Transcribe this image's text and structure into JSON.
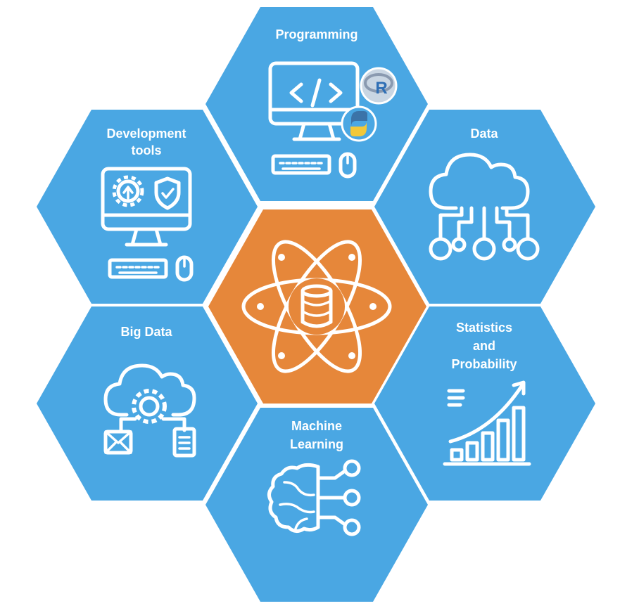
{
  "colors": {
    "outer_hexagon": "#4aa7e3",
    "center_hexagon": "#e6873a",
    "separator": "#ffffff",
    "icon": "#ffffff",
    "r_badge": "#2f6fb5",
    "python_blue": "#3b73a8",
    "python_yellow": "#f2c838"
  },
  "hexagons": {
    "programming": {
      "label_lines": [
        "Programming"
      ],
      "icon": "computer-code-icon",
      "badges": [
        "R",
        "python-logo-icon"
      ]
    },
    "development_tools": {
      "label_lines": [
        "Development",
        "tools"
      ],
      "icon": "computer-settings-shield-icon"
    },
    "data": {
      "label_lines": [
        "Data"
      ],
      "icon": "cloud-network-icon"
    },
    "big_data": {
      "label_lines": [
        "Big Data"
      ],
      "icon": "cloud-gear-icon"
    },
    "statistics": {
      "label_lines": [
        "Statistics",
        "and",
        "Probability"
      ],
      "icon": "growth-chart-icon"
    },
    "machine_learning": {
      "label_lines": [
        "Machine",
        "Learning"
      ],
      "icon": "brain-circuit-icon"
    },
    "center": {
      "icon": "atom-database-icon"
    }
  }
}
